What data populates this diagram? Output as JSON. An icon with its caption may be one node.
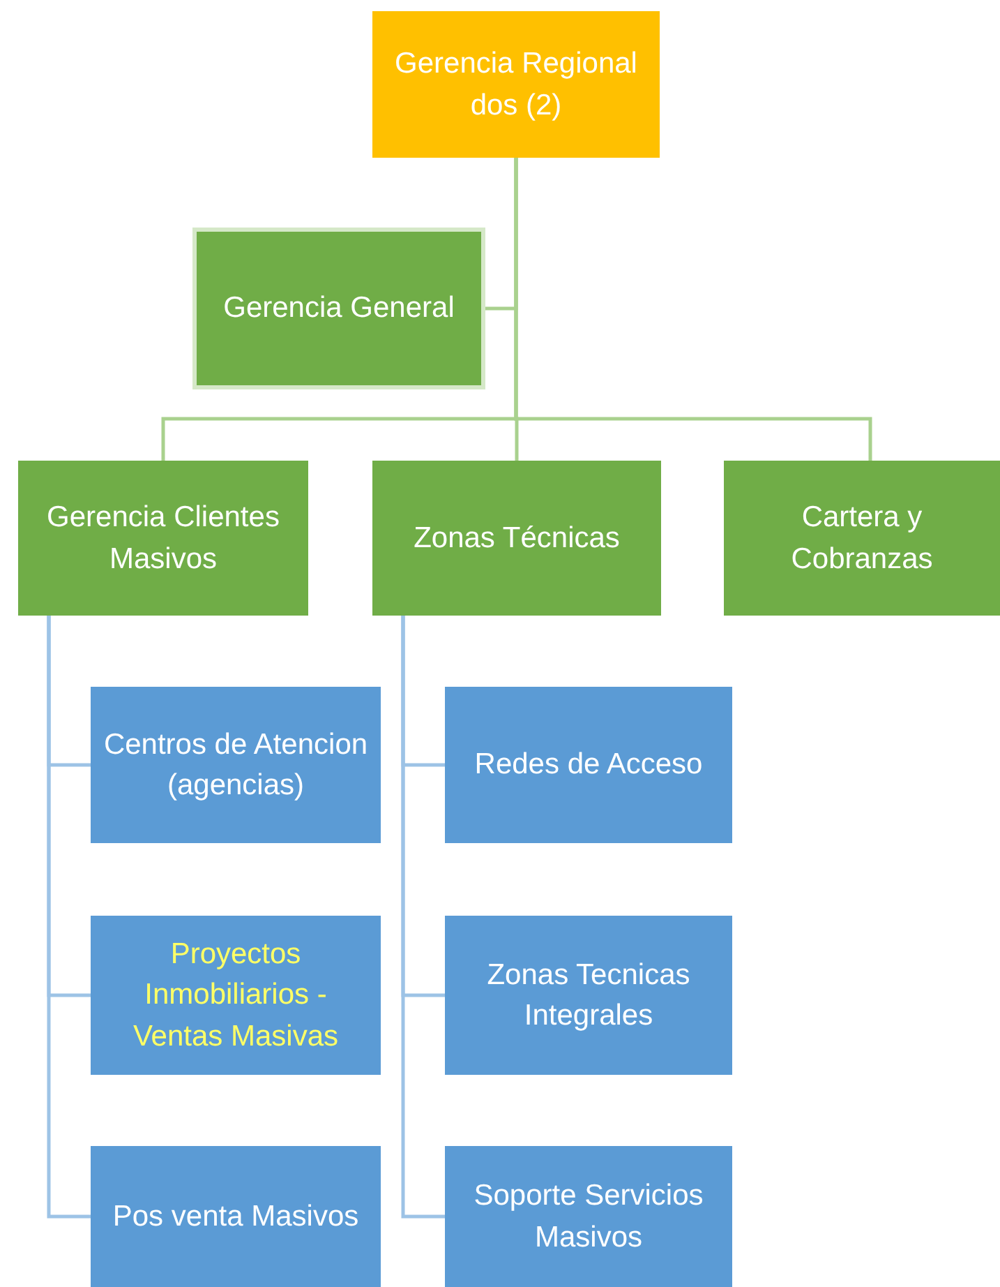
{
  "diagram": {
    "nodes": [
      {
        "text": [
          "Gerencia Regional dos (2)"
        ]
      },
      {
        "text": [
          "Gerencia General"
        ]
      },
      {
        "text": [
          "Gerencia Clientes Masivos"
        ]
      },
      {
        "text": [
          "Zonas Técnicas"
        ]
      },
      {
        "text": [
          "Cartera y Cobranzas"
        ]
      },
      {
        "text": [
          "Centros de Atencion (agencias)"
        ]
      },
      {
        "text": [
          "Proyectos Inmobiliarios - Ventas Masivas"
        ]
      },
      {
        "text": [
          "Pos venta Masivos"
        ]
      },
      {
        "text": [
          "Redes de Acceso"
        ]
      },
      {
        "text": [
          "Zonas Tecnicas Integrales"
        ]
      },
      {
        "text": [
          "Soporte Servicios Masivos"
        ]
      }
    ],
    "edges": [
      {
        "from": 0,
        "to": 1,
        "arrow": "none",
        "color": "#a9d18e"
      },
      {
        "from": 0,
        "to": 2,
        "arrow": "none",
        "color": "#a9d18e"
      },
      {
        "from": 0,
        "to": 3,
        "arrow": "none",
        "color": "#a9d18e"
      },
      {
        "from": 0,
        "to": 4,
        "arrow": "none",
        "color": "#a9d18e"
      },
      {
        "from": 2,
        "to": 5,
        "arrow": "none"
      },
      {
        "from": 2,
        "to": 6,
        "arrow": "none"
      },
      {
        "from": 2,
        "to": 7,
        "arrow": "none"
      },
      {
        "from": 3,
        "to": 8,
        "arrow": "none"
      },
      {
        "from": 3,
        "to": 9,
        "arrow": "none"
      },
      {
        "from": 3,
        "to": 10,
        "arrow": "none"
      }
    ]
  }
}
